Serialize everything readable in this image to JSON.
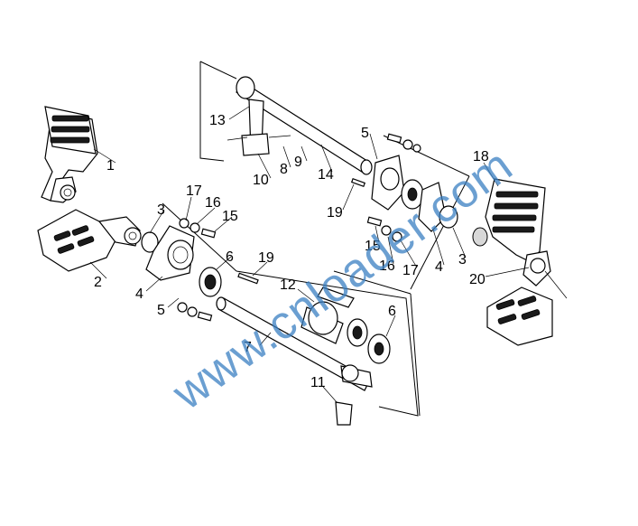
{
  "diagram": {
    "labels": {
      "p1": "1",
      "p2": "2",
      "p3_left": "3",
      "p3_right": "3",
      "p4_left": "4",
      "p4_right": "4",
      "p5_left_top": "5",
      "p5_left_bottom": "5",
      "p6_left": "6",
      "p6_right": "6",
      "p7": "7",
      "p8": "8",
      "p9": "9",
      "p10": "10",
      "p11": "11",
      "p12": "12",
      "p13": "13",
      "p14": "14",
      "p15_left": "15",
      "p15_right": "15",
      "p16_left": "16",
      "p16_right": "16",
      "p17_left": "17",
      "p17_right": "17",
      "p18": "18",
      "p19_left": "19",
      "p19_right": "19",
      "p20": "20"
    },
    "watermark": {
      "text": "www.cnloader.com",
      "color": "#3a7fc1"
    }
  }
}
